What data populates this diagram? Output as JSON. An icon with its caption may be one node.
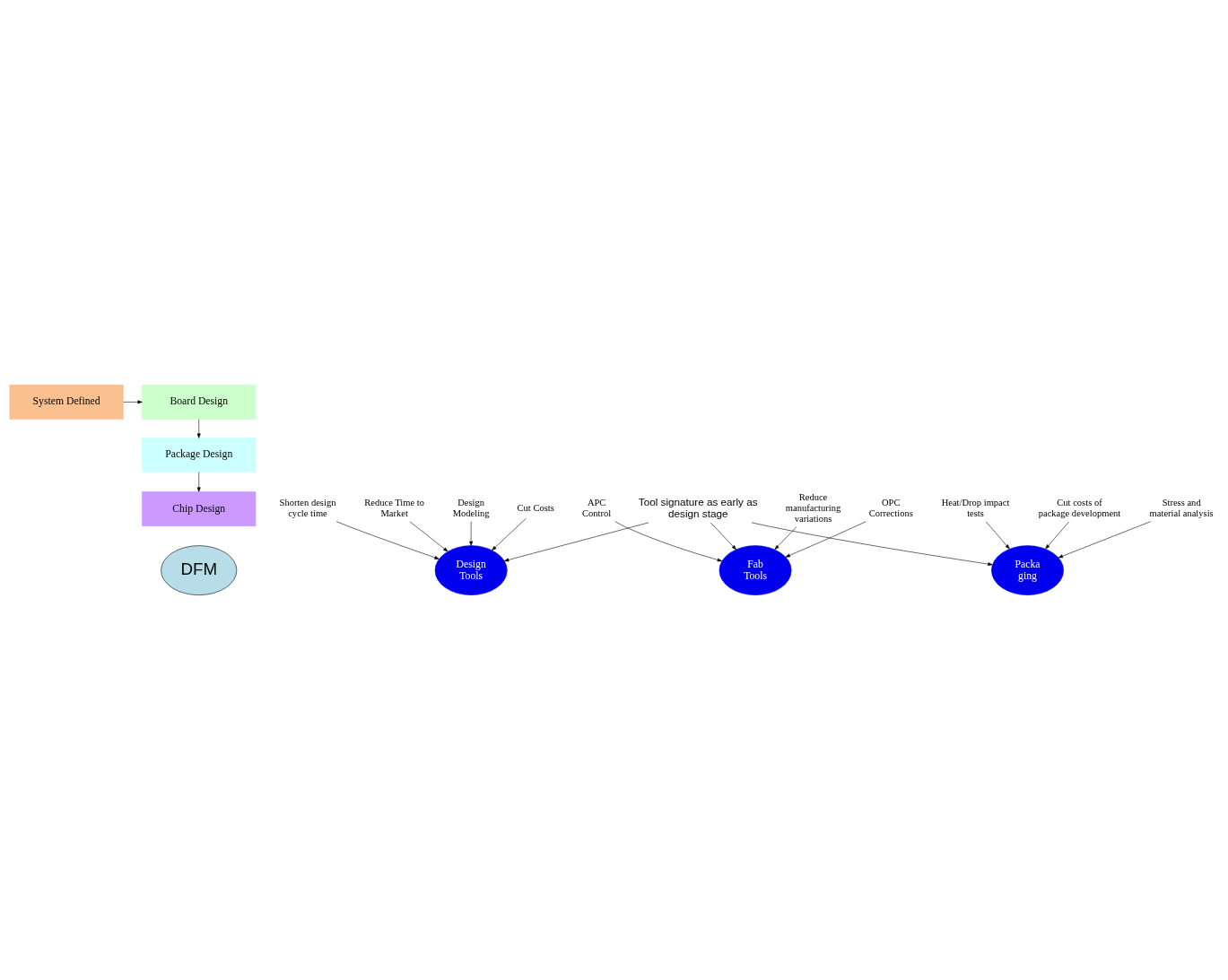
{
  "diagram": {
    "nodes": [
      {
        "text": [
          "System Defined"
        ]
      },
      {
        "text": [
          "Board Design"
        ]
      },
      {
        "text": [
          "Package Design"
        ]
      },
      {
        "text": [
          "Chip Design"
        ]
      },
      {
        "text": [
          "Cut Costs"
        ]
      },
      {
        "text": [
          "Shorten design cycle time"
        ]
      },
      {
        "text": [
          "Design Tools"
        ]
      },
      {
        "text": [
          "Reduce Time to Market"
        ]
      },
      {
        "text": [
          "Design Modeling"
        ]
      },
      {
        "text": [
          "DFM"
        ]
      },
      {
        "text": [
          "OPC Corrections"
        ]
      },
      {
        "text": [
          "Fab Tools"
        ]
      },
      {
        "text": [
          "APC Control"
        ]
      },
      {
        "text": [
          "Reduce manufacturing variations"
        ]
      },
      {
        "text": [
          "Tool signature as early as design stage"
        ]
      },
      {
        "text": [
          "Heat/Drop impact tests"
        ]
      },
      {
        "text": [
          "Packa ging"
        ]
      },
      {
        "text": [
          "Cut costs of package development"
        ]
      },
      {
        "text": [
          "Stress and material analysis"
        ]
      }
    ],
    "edges": [
      {
        "from": 0,
        "to": 1,
        "arrow": "to"
      },
      {
        "from": 1,
        "to": 2,
        "arrow": "to"
      },
      {
        "from": 2,
        "to": 3,
        "arrow": "to"
      },
      {
        "from": 4,
        "to": 6,
        "arrow": "to"
      },
      {
        "from": 5,
        "to": 6,
        "arrow": "to"
      },
      {
        "from": 7,
        "to": 6,
        "arrow": "to"
      },
      {
        "from": 8,
        "to": 6,
        "arrow": "to"
      },
      {
        "from": 14,
        "to": 6,
        "arrow": "to"
      },
      {
        "from": 10,
        "to": 11,
        "arrow": "to"
      },
      {
        "from": 12,
        "to": 11,
        "arrow": "to"
      },
      {
        "from": 13,
        "to": 11,
        "arrow": "to"
      },
      {
        "from": 14,
        "to": 11,
        "arrow": "to"
      },
      {
        "from": 14,
        "to": 16,
        "arrow": "to"
      },
      {
        "from": 15,
        "to": 16,
        "arrow": "to"
      },
      {
        "from": 17,
        "to": 16,
        "arrow": "to"
      },
      {
        "from": 18,
        "to": 16,
        "arrow": "to"
      }
    ]
  }
}
